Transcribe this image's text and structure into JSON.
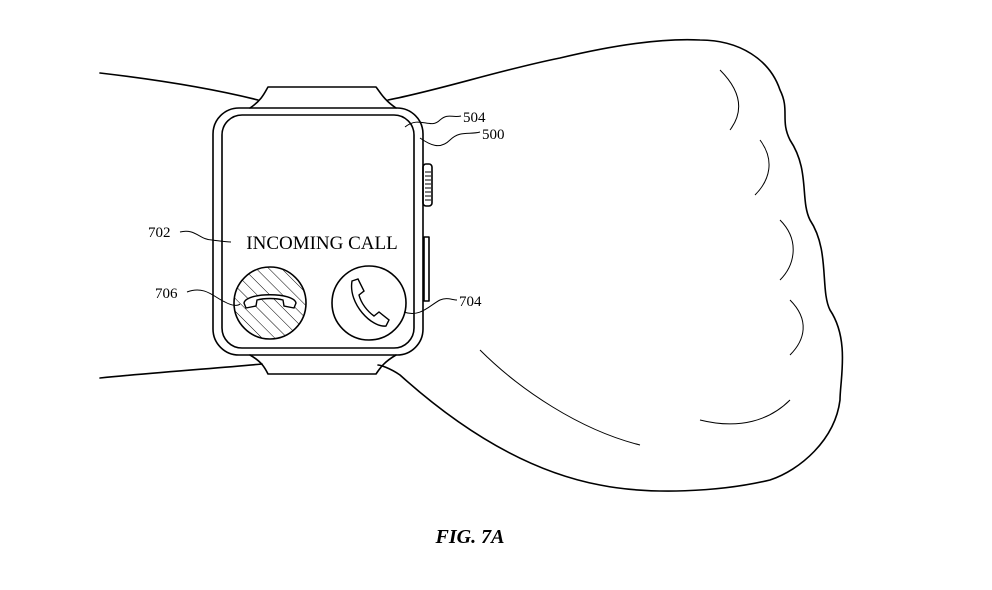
{
  "figure": {
    "caption": "FIG. 7A",
    "screen_text": "INCOMING CALL",
    "reference_numerals": {
      "screen": "504",
      "device": "500",
      "incoming_call_text": "702",
      "decline_button": "706",
      "accept_button": "704"
    }
  }
}
